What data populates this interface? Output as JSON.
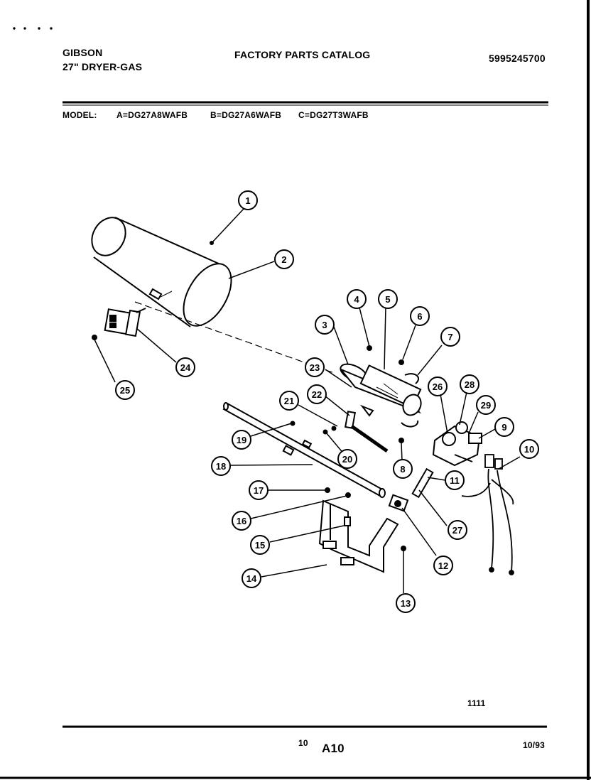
{
  "header": {
    "brand": "GIBSON",
    "product": "27\" DRYER-GAS",
    "catalog_title": "FACTORY PARTS CATALOG",
    "part_number": "5995245700"
  },
  "models": {
    "label": "MODEL:",
    "a": "A=DG27A8WAFB",
    "b": "B=DG27A6WAFB",
    "c": "C=DG27T3WAFB"
  },
  "callouts": {
    "c1": "1",
    "c2": "2",
    "c3": "3",
    "c4": "4",
    "c5": "5",
    "c6": "6",
    "c7": "7",
    "c8": "8",
    "c9": "9",
    "c10": "10",
    "c11": "11",
    "c12": "12",
    "c13": "13",
    "c14": "14",
    "c15": "15",
    "c16": "16",
    "c17": "17",
    "c18": "18",
    "c19": "19",
    "c20": "20",
    "c21": "21",
    "c22": "22",
    "c23": "23",
    "c24": "24",
    "c25": "25",
    "c26": "26",
    "c27": "27",
    "c28": "28",
    "c29": "29"
  },
  "footer": {
    "illustration_code": "1111",
    "page_number": "10",
    "figure_code": "A10",
    "date": "10/93"
  }
}
